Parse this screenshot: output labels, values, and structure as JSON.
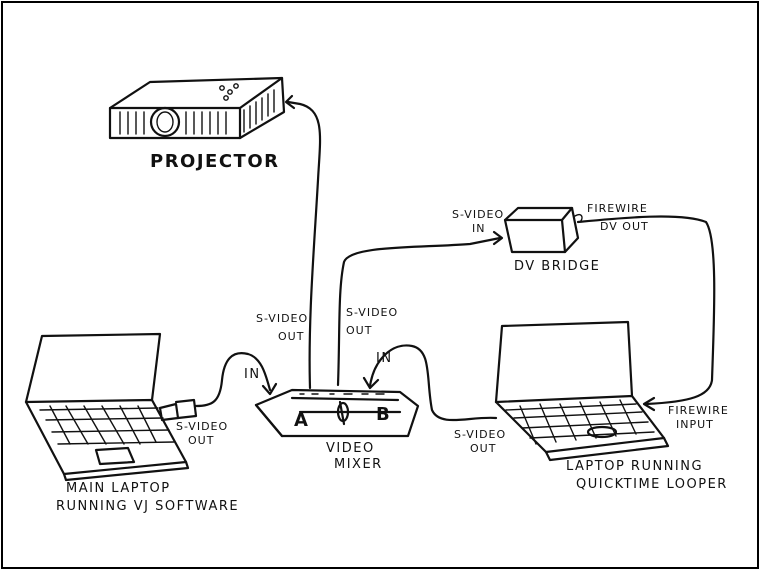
{
  "labels": {
    "projector": "PROJECTOR",
    "dv_bridge": "DV BRIDGE",
    "firewire_dv_out_1": "FIREWIRE",
    "firewire_dv_out_2": "DV OUT",
    "svideo_in_1": "S-VIDEO",
    "svideo_in_2": "IN",
    "mixer_svideo_out_left_1": "S-VIDEO",
    "mixer_svideo_out_left_2": "OUT",
    "mixer_svideo_out_right_1": "S-VIDEO",
    "mixer_svideo_out_right_2": "OUT",
    "mixer_in_left": "IN",
    "mixer_in_right": "IN",
    "mixer_a": "A",
    "mixer_b": "B",
    "video_mixer_1": "VIDEO",
    "video_mixer_2": "MIXER",
    "main_svideo_out_1": "S-VIDEO",
    "main_svideo_out_2": "OUT",
    "main_laptop_1": "MAIN   LAPTOP",
    "main_laptop_2": "RUNNING VJ SOFTWARE",
    "looper_svideo_out_1": "S-VIDEO",
    "looper_svideo_out_2": "OUT",
    "firewire_input_1": "FIREWIRE",
    "firewire_input_2": "INPUT",
    "looper_laptop_1": "LAPTOP RUNNING",
    "looper_laptop_2": "QUICKTIME LOOPER"
  }
}
